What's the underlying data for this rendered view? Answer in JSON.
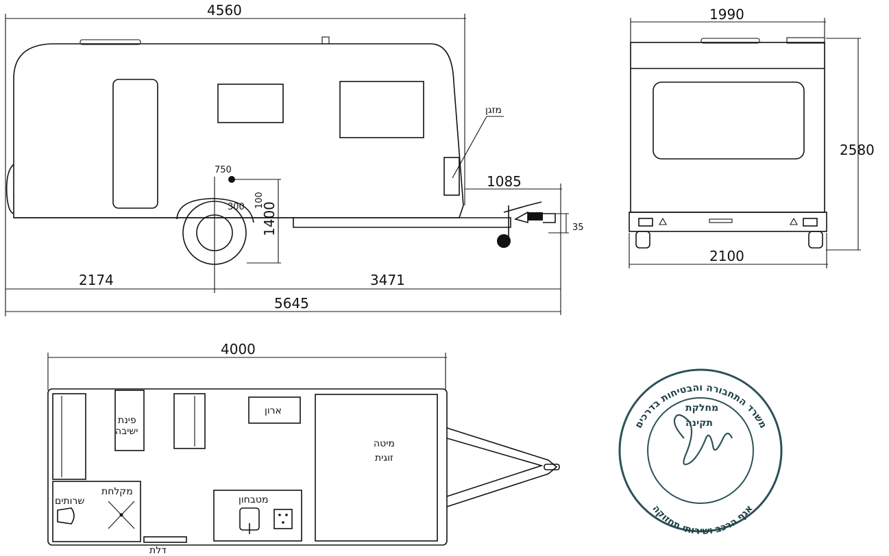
{
  "side_view": {
    "body_length": "4560",
    "hitch_length": "1085",
    "rear_to_axle": "2174",
    "axle_to_hitch": "3471",
    "overall_length": "5645",
    "height_1400": "1400",
    "height_100": "100",
    "dim_750": "750",
    "dim_35": "35",
    "ac_label": "מזגן"
  },
  "rear_view": {
    "body_width": "1990",
    "overall_width": "2100",
    "height": "2580"
  },
  "floor_plan": {
    "inner_length": "4000",
    "seating_line1": "פינת",
    "seating_line2": "ישיבה",
    "closet": "ארון",
    "bed_line1": "מיטה",
    "bed_line2": "זוגית",
    "shower": "מקלחת",
    "toilet": "שרותים",
    "kitchen": "מטבחון",
    "door": "דלת"
  },
  "stamp": {
    "ring_text": "משרד התחבורה והבטיחות בדרכים",
    "ring_text_bottom": "אגף הרכב ושירותי תחזוקה",
    "dept_line1": "מחלקת",
    "dept_line2": "תקינה",
    "color": "#1f3f45"
  }
}
